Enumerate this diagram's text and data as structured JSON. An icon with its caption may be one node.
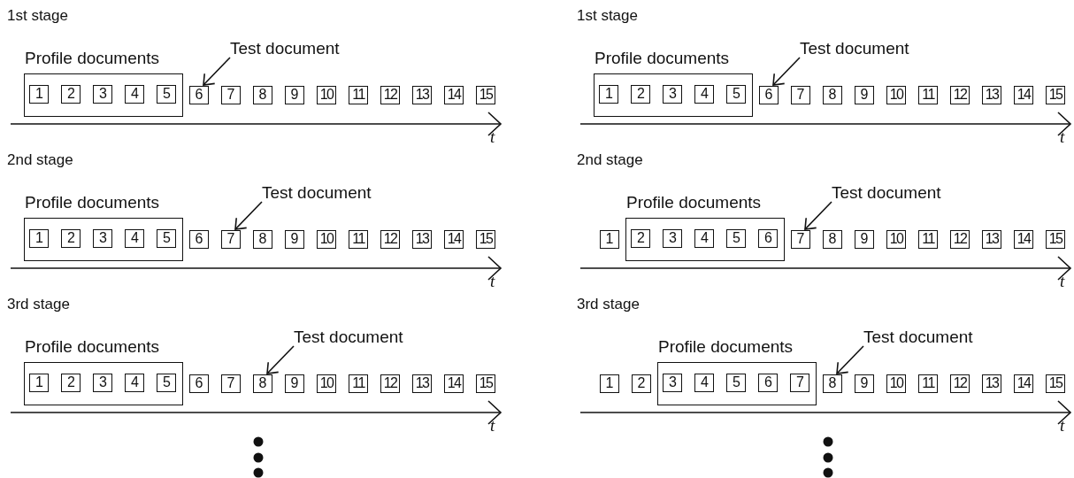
{
  "diagram": {
    "nodes": [
      {
        "text": [
          "Profile documents"
        ]
      },
      {
        "text": [
          "1"
        ],
        "in": 0
      },
      {
        "text": [
          "2"
        ],
        "in": 0
      },
      {
        "text": [
          "3"
        ],
        "in": 0
      },
      {
        "text": [
          "4"
        ],
        "in": 0
      },
      {
        "text": [
          "5"
        ],
        "in": 0
      },
      {
        "text": [
          "6"
        ]
      },
      {
        "text": [
          "7"
        ]
      },
      {
        "text": [
          "8"
        ]
      },
      {
        "text": [
          "9"
        ]
      },
      {
        "text": [
          "10"
        ]
      },
      {
        "text": [
          "11"
        ]
      },
      {
        "text": [
          "12"
        ]
      },
      {
        "text": [
          "13"
        ]
      },
      {
        "text": [
          "14"
        ]
      },
      {
        "text": [
          "15"
        ]
      },
      {
        "text": [
          "Test document"
        ]
      },
      {
        "text": [
          "Profile documents"
        ]
      },
      {
        "text": [
          "1"
        ],
        "in": 17
      },
      {
        "text": [
          "2"
        ],
        "in": 17
      },
      {
        "text": [
          "3"
        ],
        "in": 17
      },
      {
        "text": [
          "4"
        ],
        "in": 17
      },
      {
        "text": [
          "5"
        ],
        "in": 17
      },
      {
        "text": [
          "6"
        ]
      },
      {
        "text": [
          "7"
        ]
      },
      {
        "text": [
          "8"
        ]
      },
      {
        "text": [
          "9"
        ]
      },
      {
        "text": [
          "10"
        ]
      },
      {
        "text": [
          "11"
        ]
      },
      {
        "text": [
          "12"
        ]
      },
      {
        "text": [
          "13"
        ]
      },
      {
        "text": [
          "14"
        ]
      },
      {
        "text": [
          "15"
        ]
      },
      {
        "text": [
          "Test document"
        ]
      },
      {
        "text": [
          "Profile documents"
        ]
      },
      {
        "text": [
          "1"
        ],
        "in": 34
      },
      {
        "text": [
          "2"
        ],
        "in": 34
      },
      {
        "text": [
          "3"
        ],
        "in": 34
      },
      {
        "text": [
          "4"
        ],
        "in": 34
      },
      {
        "text": [
          "5"
        ],
        "in": 34
      },
      {
        "text": [
          "6"
        ]
      },
      {
        "text": [
          "7"
        ]
      },
      {
        "text": [
          "8"
        ]
      },
      {
        "text": [
          "9"
        ]
      },
      {
        "text": [
          "10"
        ]
      },
      {
        "text": [
          "11"
        ]
      },
      {
        "text": [
          "12"
        ]
      },
      {
        "text": [
          "13"
        ]
      },
      {
        "text": [
          "14"
        ]
      },
      {
        "text": [
          "15"
        ]
      },
      {
        "text": [
          "Test document"
        ]
      },
      {
        "text": [
          "Profile documents"
        ]
      },
      {
        "text": [
          "1"
        ],
        "in": 51
      },
      {
        "text": [
          "2"
        ],
        "in": 51
      },
      {
        "text": [
          "3"
        ],
        "in": 51
      },
      {
        "text": [
          "4"
        ],
        "in": 51
      },
      {
        "text": [
          "5"
        ],
        "in": 51
      },
      {
        "text": [
          "6"
        ]
      },
      {
        "text": [
          "7"
        ]
      },
      {
        "text": [
          "8"
        ]
      },
      {
        "text": [
          "9"
        ]
      },
      {
        "text": [
          "10"
        ]
      },
      {
        "text": [
          "11"
        ]
      },
      {
        "text": [
          "12"
        ]
      },
      {
        "text": [
          "13"
        ]
      },
      {
        "text": [
          "14"
        ]
      },
      {
        "text": [
          "15"
        ]
      },
      {
        "text": [
          "Test document"
        ]
      },
      {
        "text": [
          "1"
        ]
      },
      {
        "text": [
          "Profile documents"
        ]
      },
      {
        "text": [
          "2"
        ],
        "in": 69
      },
      {
        "text": [
          "3"
        ],
        "in": 69
      },
      {
        "text": [
          "4"
        ],
        "in": 69
      },
      {
        "text": [
          "5"
        ],
        "in": 69
      },
      {
        "text": [
          "6"
        ],
        "in": 69
      },
      {
        "text": [
          "7"
        ]
      },
      {
        "text": [
          "8"
        ]
      },
      {
        "text": [
          "9"
        ]
      },
      {
        "text": [
          "10"
        ]
      },
      {
        "text": [
          "11"
        ]
      },
      {
        "text": [
          "12"
        ]
      },
      {
        "text": [
          "13"
        ]
      },
      {
        "text": [
          "14"
        ]
      },
      {
        "text": [
          "15"
        ]
      },
      {
        "text": [
          "Test document"
        ]
      },
      {
        "text": [
          "1"
        ]
      },
      {
        "text": [
          "2"
        ]
      },
      {
        "text": [
          "Profile documents"
        ]
      },
      {
        "text": [
          "3"
        ],
        "in": 87
      },
      {
        "text": [
          "4"
        ],
        "in": 87
      },
      {
        "text": [
          "5"
        ],
        "in": 87
      },
      {
        "text": [
          "6"
        ],
        "in": 87
      },
      {
        "text": [
          "7"
        ],
        "in": 87
      },
      {
        "text": [
          "8"
        ]
      },
      {
        "text": [
          "9"
        ]
      },
      {
        "text": [
          "10"
        ]
      },
      {
        "text": [
          "11"
        ]
      },
      {
        "text": [
          "12"
        ]
      },
      {
        "text": [
          "13"
        ]
      },
      {
        "text": [
          "14"
        ]
      },
      {
        "text": [
          "15"
        ]
      },
      {
        "text": [
          "Test document"
        ]
      }
    ],
    "edges": [
      {
        "from": 16,
        "to": 6,
        "arrow": "to"
      },
      {
        "from": 33,
        "to": 24,
        "arrow": "to"
      },
      {
        "from": 50,
        "to": 42,
        "arrow": "to"
      },
      {
        "from": 67,
        "to": 57,
        "arrow": "to"
      },
      {
        "from": 84,
        "to": 75,
        "arrow": "to"
      },
      {
        "from": 101,
        "to": 93,
        "arrow": "to"
      }
    ],
    "labels": [
      "1st stage",
      "t",
      "2nd stage",
      "t",
      "3rd stage",
      "t",
      "1st stage",
      "t",
      "2nd stage",
      "t",
      "3rd stage",
      "t"
    ]
  }
}
